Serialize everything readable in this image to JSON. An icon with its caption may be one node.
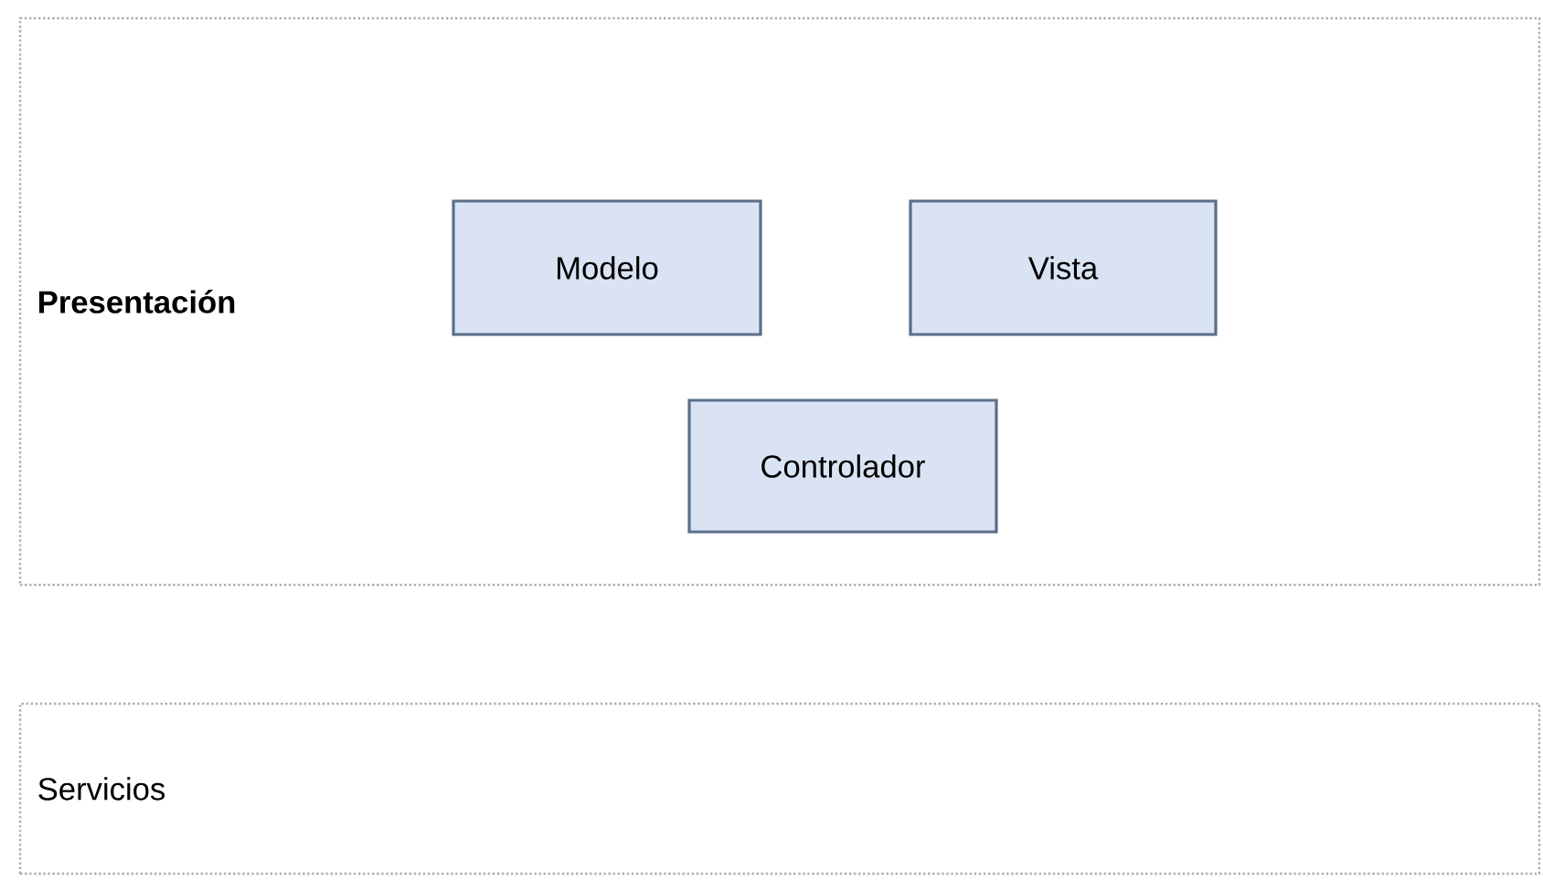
{
  "diagram": {
    "nodes": [
      {
        "text": [
          "Presentación"
        ]
      },
      {
        "text": [
          "Modelo"
        ],
        "in": 0
      },
      {
        "text": [
          "Vista"
        ],
        "in": 0
      },
      {
        "text": [
          "Controlador"
        ],
        "in": 0
      },
      {
        "text": [
          "Servicios"
        ]
      }
    ]
  }
}
